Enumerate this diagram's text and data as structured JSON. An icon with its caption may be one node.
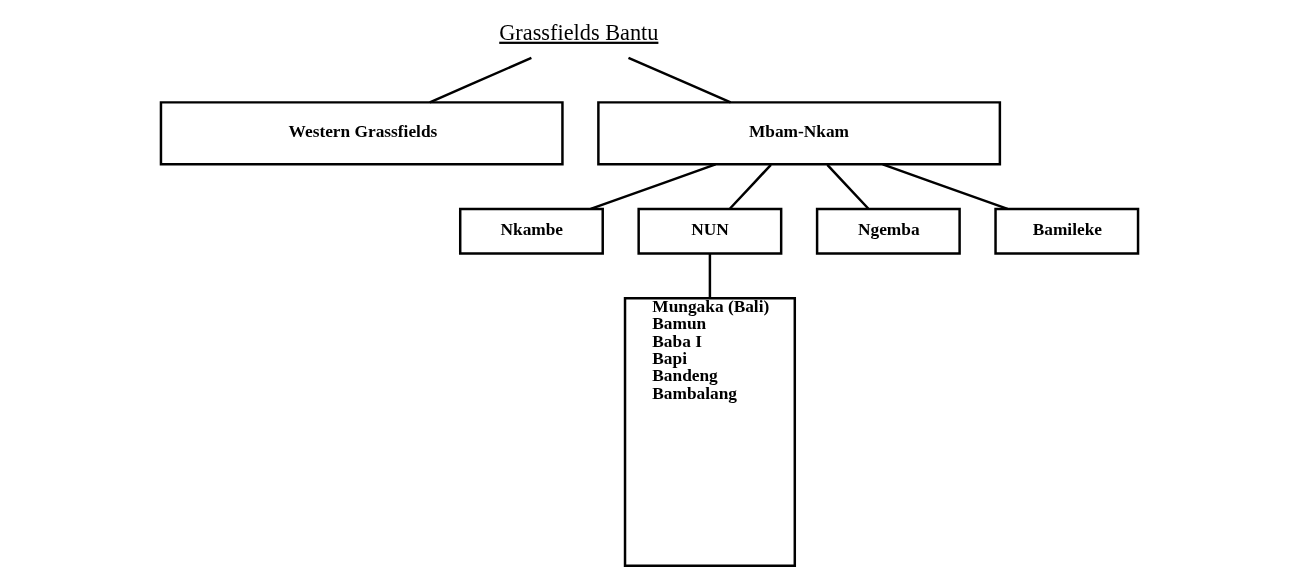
{
  "diagram": {
    "nodes": [
      {
        "text": [
          "Grassfields Bantu"
        ]
      },
      {
        "text": [
          "Western Grassfields"
        ]
      },
      {
        "text": [
          "Mbam-Nkam"
        ]
      },
      {
        "text": [
          "Nkambe"
        ]
      },
      {
        "text": [
          "NUN"
        ]
      },
      {
        "text": [
          "Ngemba"
        ]
      },
      {
        "text": [
          "Bamileke"
        ]
      },
      {
        "text": [
          "Mungaka (Bali)",
          "Bamun",
          "Baba I",
          "Bapi",
          "Bandeng",
          "Bambalang"
        ]
      }
    ],
    "edges": [
      {
        "from": 0,
        "to": 1,
        "arrow": "none"
      },
      {
        "from": 0,
        "to": 2,
        "arrow": "none"
      },
      {
        "from": 2,
        "to": 3,
        "arrow": "none"
      },
      {
        "from": 2,
        "to": 4,
        "arrow": "none"
      },
      {
        "from": 2,
        "to": 5,
        "arrow": "none"
      },
      {
        "from": 2,
        "to": 6,
        "arrow": "none"
      },
      {
        "from": 4,
        "to": 7,
        "arrow": "none"
      }
    ]
  }
}
